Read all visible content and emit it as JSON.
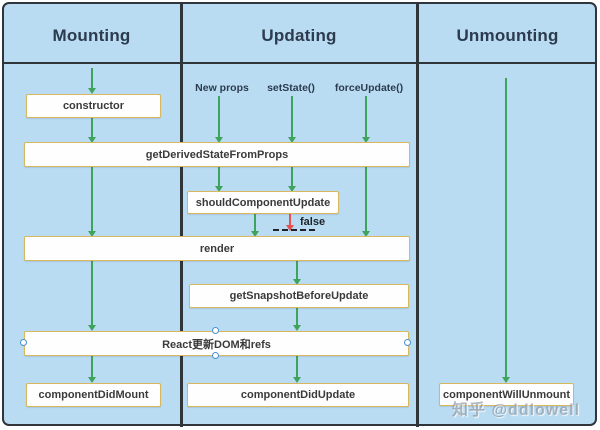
{
  "diagram": {
    "columns": [
      "Mounting",
      "Updating",
      "Unmounting"
    ],
    "triggers": [
      "New props",
      "setState()",
      "forceUpdate()"
    ],
    "nodes": {
      "constructor_node": "constructor",
      "get_derived_state_from_props": "getDerivedStateFromProps",
      "should_component_update": "shouldComponentUpdate",
      "render_node": "render",
      "get_snapshot_before_update": "getSnapshotBeforeUpdate",
      "react_updates_dom_and_refs": "React更新DOM和refs",
      "component_did_mount": "componentDidMount",
      "component_did_update": "componentDidUpdate",
      "component_will_unmount": "componentWillUnmount"
    },
    "labels": {
      "false_branch": "false"
    },
    "watermark": "知乎 @ddlowell",
    "colors": {
      "panel_bg": "#b9dcf3",
      "panel_border": "#30353c",
      "node_border": "#d9b75c",
      "node_bg": "#fefefe",
      "flow_green": "#3fa35c",
      "flow_red": "#e8504f",
      "handle_blue": "#4a90d2",
      "header_text": "#2c3b4e",
      "node_text": "#3a3a3a"
    }
  }
}
